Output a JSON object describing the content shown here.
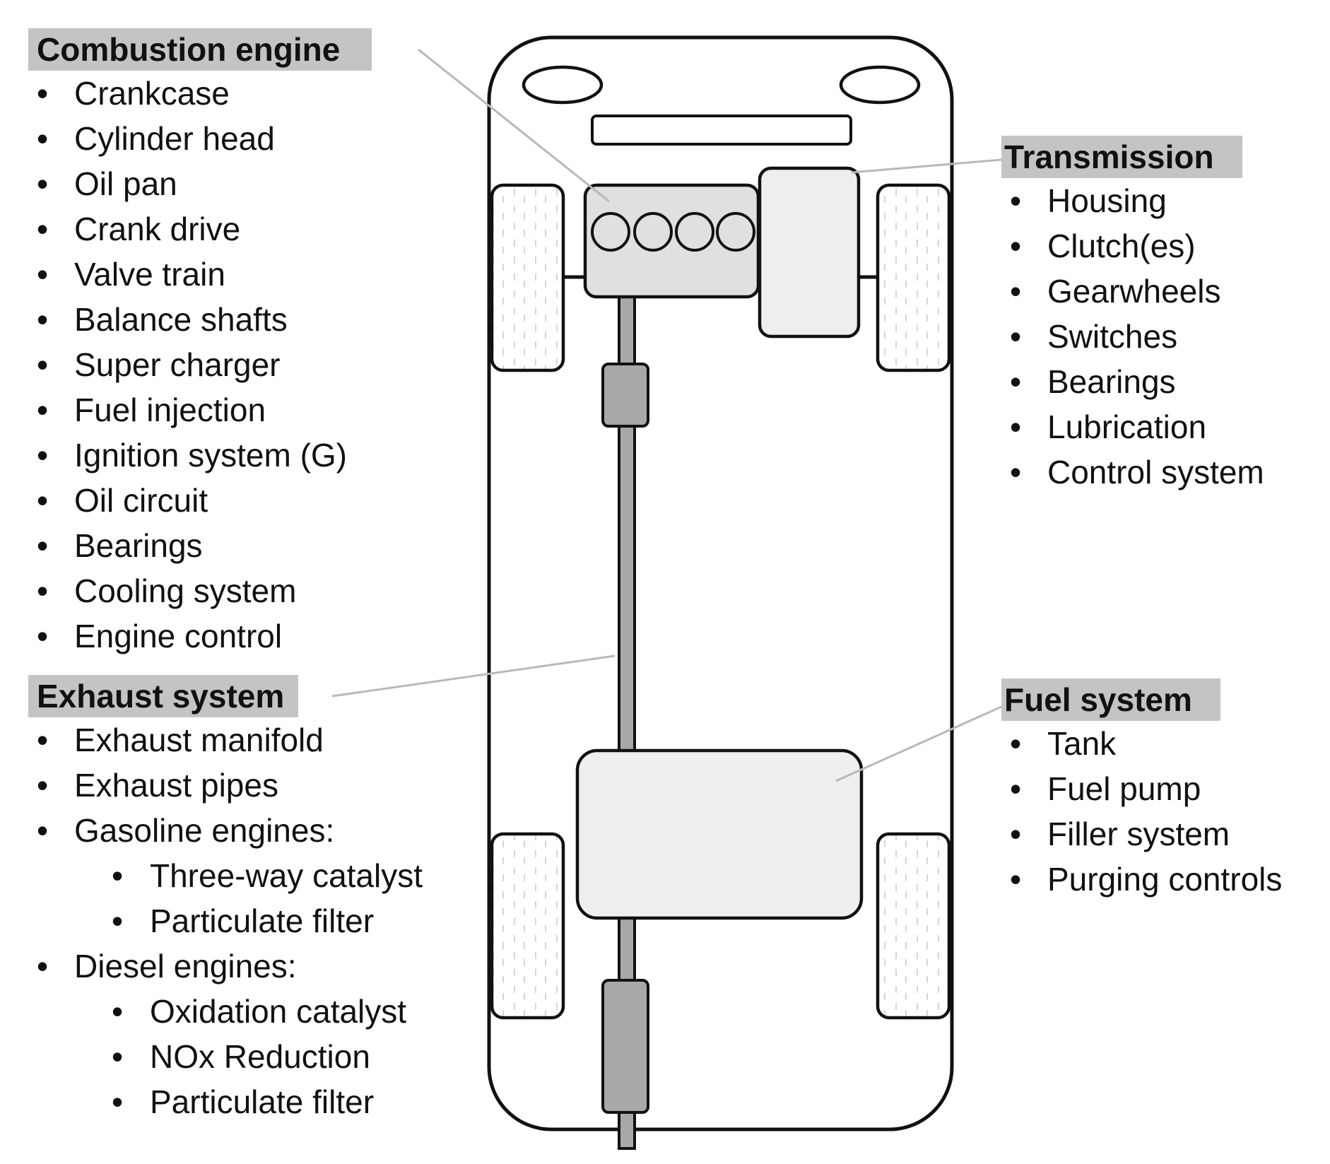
{
  "combustion_engine": {
    "heading": "Combustion engine",
    "items": [
      "Crankcase",
      "Cylinder head",
      "Oil pan",
      "Crank drive",
      "Valve train",
      "Balance shafts",
      "Super charger",
      "Fuel injection",
      "Ignition system (G)",
      "Oil circuit",
      "Bearings",
      "Cooling system",
      "Engine control"
    ]
  },
  "exhaust_system": {
    "heading": "Exhaust system",
    "items": [
      "Exhaust manifold",
      "Exhaust pipes",
      "Gasoline engines:",
      "Three-way catalyst",
      "Particulate filter",
      "Diesel engines:",
      "Oxidation catalyst",
      "NOx Reduction",
      "Particulate filter"
    ]
  },
  "transmission": {
    "heading": "Transmission",
    "items": [
      "Housing",
      "Clutch(es)",
      "Gearwheels",
      "Switches",
      "Bearings",
      "Lubrication",
      "Control system"
    ]
  },
  "fuel_system": {
    "heading": "Fuel system",
    "items": [
      "Tank",
      "Fuel pump",
      "Filler system",
      "Purging controls"
    ]
  },
  "colors": {
    "heading_bg": "#c4c4c4",
    "outline": "#111111",
    "component_fill": "#e0e0e0",
    "shaft_fill": "#a8a8a8",
    "tank_fill": "#eeefee",
    "leader_line": "#b8b8b8"
  }
}
